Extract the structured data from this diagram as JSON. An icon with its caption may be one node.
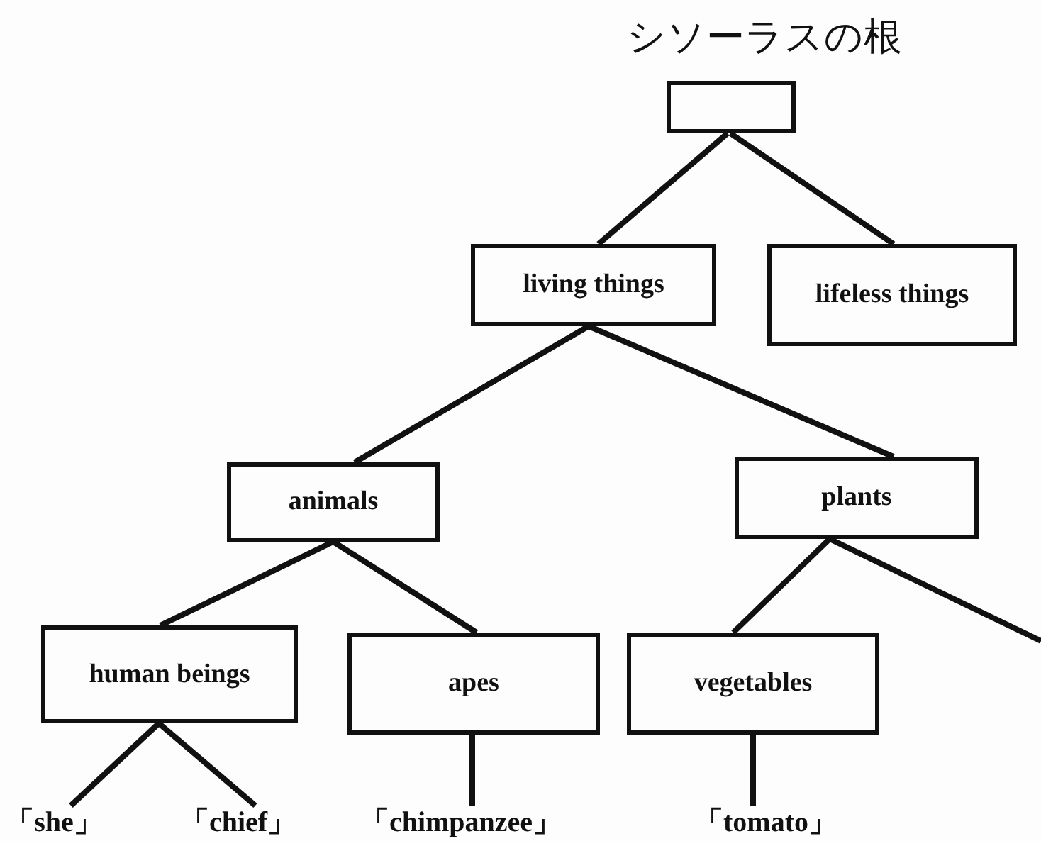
{
  "diagram": {
    "nodes": [
      {
        "text": [
          "シソーラスの根"
        ]
      },
      {
        "text": [
          "living things"
        ]
      },
      {
        "text": [
          "lifeless things"
        ]
      },
      {
        "text": [
          "animals"
        ]
      },
      {
        "text": [
          "plants"
        ]
      },
      {
        "text": [
          "human beings"
        ]
      },
      {
        "text": [
          "apes"
        ]
      },
      {
        "text": [
          "vegetables"
        ]
      },
      {
        "text": [
          "「she」"
        ]
      },
      {
        "text": [
          "「chief」"
        ]
      },
      {
        "text": [
          "「chimpanzee」"
        ]
      },
      {
        "text": [
          "「tomato」"
        ]
      }
    ],
    "edges": [
      {
        "from": 0,
        "to": 1,
        "arrow": "none"
      },
      {
        "from": 0,
        "to": 2,
        "arrow": "none"
      },
      {
        "from": 1,
        "to": 3,
        "arrow": "none"
      },
      {
        "from": 1,
        "to": 4,
        "arrow": "none"
      },
      {
        "from": 3,
        "to": 5,
        "arrow": "none"
      },
      {
        "from": 3,
        "to": 6,
        "arrow": "none"
      },
      {
        "from": 4,
        "to": 7,
        "arrow": "none"
      },
      {
        "from": 4,
        "to": null,
        "arrow": "none"
      },
      {
        "from": 5,
        "to": 8,
        "arrow": "none"
      },
      {
        "from": 5,
        "to": 9,
        "arrow": "none"
      },
      {
        "from": 6,
        "to": 10,
        "arrow": "none"
      },
      {
        "from": 7,
        "to": 11,
        "arrow": "none"
      }
    ]
  }
}
